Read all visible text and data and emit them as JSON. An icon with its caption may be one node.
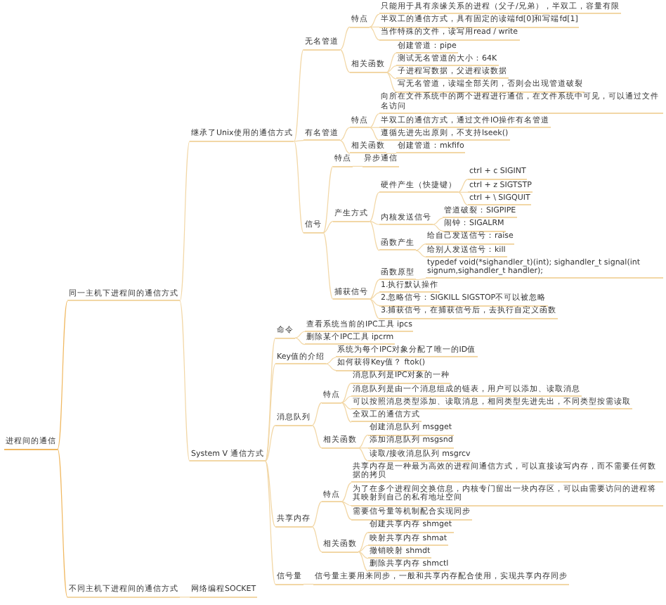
{
  "diagram": {
    "nodes": [
      {
        "text": [
          "进程间的通信"
        ]
      },
      {
        "text": [
          "同一主机下进程间的通信方式"
        ]
      },
      {
        "text": [
          "继承了Unix使用的通信方式"
        ]
      },
      {
        "text": [
          "无名管道"
        ]
      },
      {
        "text": [
          "特点"
        ]
      },
      {
        "text": [
          "只能用于具有亲缘关系的进程（父子/兄弟），半双工，容量有限"
        ]
      },
      {
        "text": [
          "半双工的通信方式，具有固定的读端fd[0]和写端fd[1]"
        ]
      },
      {
        "text": [
          "当作特殊的文件，读写用read / write"
        ]
      },
      {
        "text": [
          "相关函数"
        ]
      },
      {
        "text": [
          "创建管道：pipe"
        ]
      },
      {
        "text": [
          "测试无名管道的大小：64K"
        ]
      },
      {
        "text": [
          "子进程写数据，父进程读数据"
        ]
      },
      {
        "text": [
          "写无名管道，读端全部关闭，否则会出现管道破裂"
        ]
      },
      {
        "text": [
          "有名管道"
        ]
      },
      {
        "text": [
          "特点"
        ]
      },
      {
        "text": [
          "向所在文件系统中的两个进程进行通信，在文件系统中可见，可以通过文件名访问"
        ]
      },
      {
        "text": [
          "半双工的通信方式，通过文件IO操作有名管道"
        ]
      },
      {
        "text": [
          "遵循先进先出原则，不支持lseek()"
        ]
      },
      {
        "text": [
          "相关函数"
        ]
      },
      {
        "text": [
          "创建管道：mkfifo"
        ]
      },
      {
        "text": [
          "信号"
        ]
      },
      {
        "text": [
          "特点"
        ]
      },
      {
        "text": [
          "异步通信"
        ]
      },
      {
        "text": [
          "产生方式"
        ]
      },
      {
        "text": [
          "硬件产生（快捷键）"
        ]
      },
      {
        "text": [
          "ctrl + c SIGINT"
        ]
      },
      {
        "text": [
          "ctrl + z SIGTSTP"
        ]
      },
      {
        "text": [
          "ctrl + \\ SIGQUIT"
        ]
      },
      {
        "text": [
          "内核发送信号"
        ]
      },
      {
        "text": [
          "管道破裂：SIGPIPE"
        ]
      },
      {
        "text": [
          "闹钟：SIGALRM"
        ]
      },
      {
        "text": [
          "函数产生"
        ]
      },
      {
        "text": [
          "给自己发送信号：raise"
        ]
      },
      {
        "text": [
          "给别人发送信号：kill"
        ]
      },
      {
        "text": [
          "捕获信号"
        ]
      },
      {
        "text": [
          "函数原型"
        ]
      },
      {
        "text": [
          "typedef void(*sighandler_t)(int); sighandler_t signal(int signum,sighandler_t handler);"
        ]
      },
      {
        "text": [
          "1.执行默认操作"
        ]
      },
      {
        "text": [
          "2.忽略信号：SIGKILL SIGSTOP不可以被忽略"
        ]
      },
      {
        "text": [
          "3.捕获信号，在捕获信号后，去执行自定义函数"
        ]
      },
      {
        "text": [
          "System V 通信方式"
        ]
      },
      {
        "text": [
          "命令"
        ]
      },
      {
        "text": [
          "查看系统当前的IPC工具 ipcs"
        ]
      },
      {
        "text": [
          "删除某个IPC工具 ipcrm"
        ]
      },
      {
        "text": [
          "Key值的介绍"
        ]
      },
      {
        "text": [
          "系统为每个IPC对象分配了唯一的ID值"
        ]
      },
      {
        "text": [
          "如何获得Key值？ ftok()"
        ]
      },
      {
        "text": [
          "消息队列"
        ]
      },
      {
        "text": [
          "特点"
        ]
      },
      {
        "text": [
          "消息队列是IPC对象的一种"
        ]
      },
      {
        "text": [
          "消息队列是由一个消息组成的链表，用户可以添加、读取消息"
        ]
      },
      {
        "text": [
          "可以按照消息类型添加、读取消息，相同类型先进先出，不同类型按需读取"
        ]
      },
      {
        "text": [
          "全双工的通信方式"
        ]
      },
      {
        "text": [
          "相关函数"
        ]
      },
      {
        "text": [
          "创建消息队列 msgget"
        ]
      },
      {
        "text": [
          "添加消息队列 msgsnd"
        ]
      },
      {
        "text": [
          "读取/接收消息队列 msgrcv"
        ]
      },
      {
        "text": [
          "共享内存"
        ]
      },
      {
        "text": [
          "特点"
        ]
      },
      {
        "text": [
          "共享内存是一种最为高效的进程间通信方式，可以直接读写内存，而不需要任何数据的拷贝"
        ]
      },
      {
        "text": [
          "为了在多个进程间交换信息，内核专门留出一块内存区，可以由需要访问的进程将其映射到自己的私有地址空间"
        ]
      },
      {
        "text": [
          "需要信号量等机制配合实现同步"
        ]
      },
      {
        "text": [
          "相关函数"
        ]
      },
      {
        "text": [
          "创建共享内存 shmget"
        ]
      },
      {
        "text": [
          "映射共享内存 shmat"
        ]
      },
      {
        "text": [
          "撤销映射 shmdt"
        ]
      },
      {
        "text": [
          "删除共享内存 shmctl"
        ]
      },
      {
        "text": [
          "信号量"
        ]
      },
      {
        "text": [
          "信号量主要用来同步，一般和共享内存配合使用，实现共享内存同步"
        ]
      },
      {
        "text": [
          "不同主机下进程间的通信方式"
        ]
      },
      {
        "text": [
          "网络编程SOCKET"
        ]
      }
    ],
    "edges": [
      {
        "from": 0,
        "to": 1,
        "arrow": "none"
      },
      {
        "from": 1,
        "to": 2,
        "arrow": "none"
      },
      {
        "from": 2,
        "to": 3,
        "arrow": "none"
      },
      {
        "from": 3,
        "to": 4,
        "arrow": "none"
      },
      {
        "from": 4,
        "to": 5,
        "arrow": "none"
      },
      {
        "from": 4,
        "to": 6,
        "arrow": "none"
      },
      {
        "from": 4,
        "to": 7,
        "arrow": "none"
      },
      {
        "from": 3,
        "to": 8,
        "arrow": "none"
      },
      {
        "from": 8,
        "to": 9,
        "arrow": "none"
      },
      {
        "from": 8,
        "to": 10,
        "arrow": "none"
      },
      {
        "from": 8,
        "to": 11,
        "arrow": "none"
      },
      {
        "from": 8,
        "to": 12,
        "arrow": "none"
      },
      {
        "from": 2,
        "to": 13,
        "arrow": "none"
      },
      {
        "from": 13,
        "to": 14,
        "arrow": "none"
      },
      {
        "from": 14,
        "to": 15,
        "arrow": "none"
      },
      {
        "from": 14,
        "to": 16,
        "arrow": "none"
      },
      {
        "from": 14,
        "to": 17,
        "arrow": "none"
      },
      {
        "from": 13,
        "to": 18,
        "arrow": "none"
      },
      {
        "from": 18,
        "to": 19,
        "arrow": "none"
      },
      {
        "from": 2,
        "to": 20,
        "arrow": "none"
      },
      {
        "from": 20,
        "to": 21,
        "arrow": "none"
      },
      {
        "from": 21,
        "to": 22,
        "arrow": "none"
      },
      {
        "from": 20,
        "to": 23,
        "arrow": "none"
      },
      {
        "from": 23,
        "to": 24,
        "arrow": "none"
      },
      {
        "from": 24,
        "to": 25,
        "arrow": "none"
      },
      {
        "from": 24,
        "to": 26,
        "arrow": "none"
      },
      {
        "from": 24,
        "to": 27,
        "arrow": "none"
      },
      {
        "from": 23,
        "to": 28,
        "arrow": "none"
      },
      {
        "from": 28,
        "to": 29,
        "arrow": "none"
      },
      {
        "from": 28,
        "to": 30,
        "arrow": "none"
      },
      {
        "from": 23,
        "to": 31,
        "arrow": "none"
      },
      {
        "from": 31,
        "to": 32,
        "arrow": "none"
      },
      {
        "from": 31,
        "to": 33,
        "arrow": "none"
      },
      {
        "from": 20,
        "to": 34,
        "arrow": "none"
      },
      {
        "from": 34,
        "to": 35,
        "arrow": "none"
      },
      {
        "from": 35,
        "to": 36,
        "arrow": "none"
      },
      {
        "from": 34,
        "to": 37,
        "arrow": "none"
      },
      {
        "from": 34,
        "to": 38,
        "arrow": "none"
      },
      {
        "from": 34,
        "to": 39,
        "arrow": "none"
      },
      {
        "from": 1,
        "to": 40,
        "arrow": "none"
      },
      {
        "from": 40,
        "to": 41,
        "arrow": "none"
      },
      {
        "from": 41,
        "to": 42,
        "arrow": "none"
      },
      {
        "from": 41,
        "to": 43,
        "arrow": "none"
      },
      {
        "from": 40,
        "to": 44,
        "arrow": "none"
      },
      {
        "from": 44,
        "to": 45,
        "arrow": "none"
      },
      {
        "from": 44,
        "to": 46,
        "arrow": "none"
      },
      {
        "from": 40,
        "to": 47,
        "arrow": "none"
      },
      {
        "from": 47,
        "to": 48,
        "arrow": "none"
      },
      {
        "from": 48,
        "to": 49,
        "arrow": "none"
      },
      {
        "from": 48,
        "to": 50,
        "arrow": "none"
      },
      {
        "from": 48,
        "to": 51,
        "arrow": "none"
      },
      {
        "from": 48,
        "to": 52,
        "arrow": "none"
      },
      {
        "from": 47,
        "to": 53,
        "arrow": "none"
      },
      {
        "from": 53,
        "to": 54,
        "arrow": "none"
      },
      {
        "from": 53,
        "to": 55,
        "arrow": "none"
      },
      {
        "from": 53,
        "to": 56,
        "arrow": "none"
      },
      {
        "from": 40,
        "to": 57,
        "arrow": "none"
      },
      {
        "from": 57,
        "to": 58,
        "arrow": "none"
      },
      {
        "from": 58,
        "to": 59,
        "arrow": "none"
      },
      {
        "from": 58,
        "to": 60,
        "arrow": "none"
      },
      {
        "from": 58,
        "to": 61,
        "arrow": "none"
      },
      {
        "from": 57,
        "to": 62,
        "arrow": "none"
      },
      {
        "from": 62,
        "to": 63,
        "arrow": "none"
      },
      {
        "from": 62,
        "to": 64,
        "arrow": "none"
      },
      {
        "from": 62,
        "to": 65,
        "arrow": "none"
      },
      {
        "from": 62,
        "to": 66,
        "arrow": "none"
      },
      {
        "from": 40,
        "to": 67,
        "arrow": "none"
      },
      {
        "from": 67,
        "to": 68,
        "arrow": "none"
      },
      {
        "from": 0,
        "to": 69,
        "arrow": "none"
      },
      {
        "from": 69,
        "to": 70,
        "arrow": "none"
      }
    ]
  }
}
